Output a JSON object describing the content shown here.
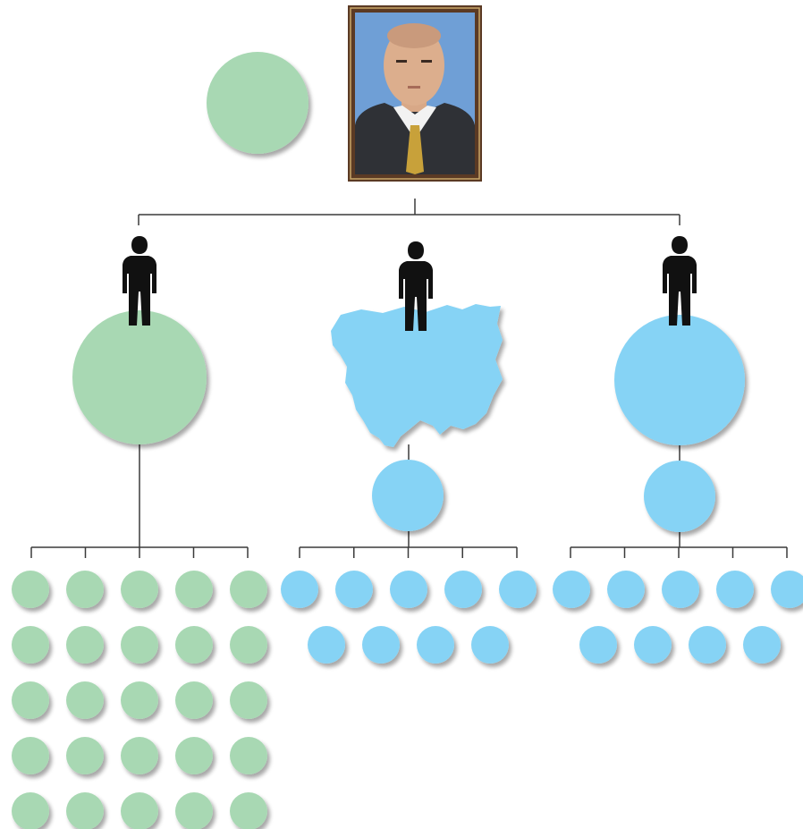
{
  "colors": {
    "green": "#a8d8b3",
    "blue": "#86d3f5",
    "line": "#3a3a3a",
    "frame": "#5b3a24",
    "photo_bg": "#6f9fd6",
    "suit": "#2f3136",
    "tie": "#c8a13a"
  },
  "top": {
    "portrait": "framed-portrait",
    "side_circle_color": "green"
  },
  "branches": [
    {
      "key": "left",
      "color": "green",
      "head": "circle",
      "figure": "person-silhouette",
      "sub_circle": false,
      "connector_ticks": 5,
      "rows": [
        5,
        5,
        5,
        5,
        5
      ]
    },
    {
      "key": "center",
      "color": "blue",
      "head": "cambodia-map",
      "figure": "person-silhouette",
      "sub_circle": true,
      "connector_ticks": 5,
      "rows": [
        5,
        4
      ]
    },
    {
      "key": "right",
      "color": "blue",
      "head": "circle",
      "figure": "person-silhouette",
      "sub_circle": true,
      "connector_ticks": 5,
      "rows": [
        5,
        4
      ]
    }
  ]
}
